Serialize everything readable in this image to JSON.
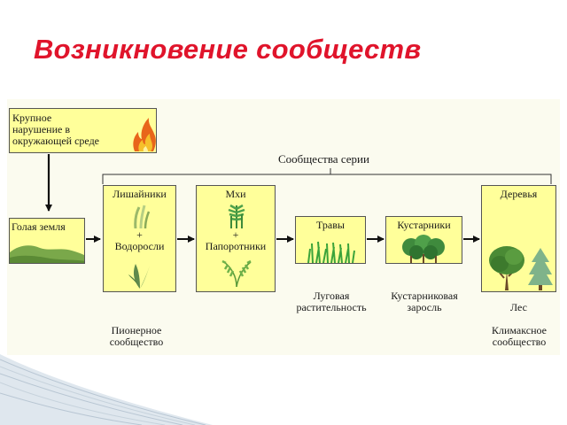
{
  "title": "Возникновение сообществ",
  "disturbance": {
    "lines": [
      "Крупное",
      "нарушение в",
      "окружающей среде"
    ],
    "icon": "fire-icon"
  },
  "bare_ground": {
    "label": "Голая земля",
    "icon": "ground-icon"
  },
  "series_label": "Сообщества серии",
  "stages": [
    {
      "label": "Лишайники",
      "plus": "+",
      "label2": "Водоросли",
      "icons": [
        "lichen-icon",
        "algae-icon"
      ]
    },
    {
      "label": "Мхи",
      "plus": "+",
      "label2": "Папоротники",
      "icons": [
        "moss-icon",
        "fern-icon"
      ]
    },
    {
      "label": "Травы",
      "caption_lines": [
        "Луговая",
        "растительность"
      ],
      "icons": [
        "grass-icon"
      ]
    },
    {
      "label": "Кустарники",
      "caption_lines": [
        "Кустарниковая",
        "заросль"
      ],
      "icons": [
        "shrubs-icon"
      ]
    },
    {
      "label": "Деревья",
      "caption_lines": [
        "Лес"
      ],
      "icons": [
        "deciduous-tree-icon",
        "conifer-tree-icon"
      ]
    }
  ],
  "pioneer_lines": [
    "Пионерное",
    "сообщество"
  ],
  "climax_lines": [
    "Климаксное",
    "сообщество"
  ],
  "colors": {
    "title": "#e0142b",
    "box_fill": "#ffff9a",
    "panel": "#fbfbef"
  }
}
